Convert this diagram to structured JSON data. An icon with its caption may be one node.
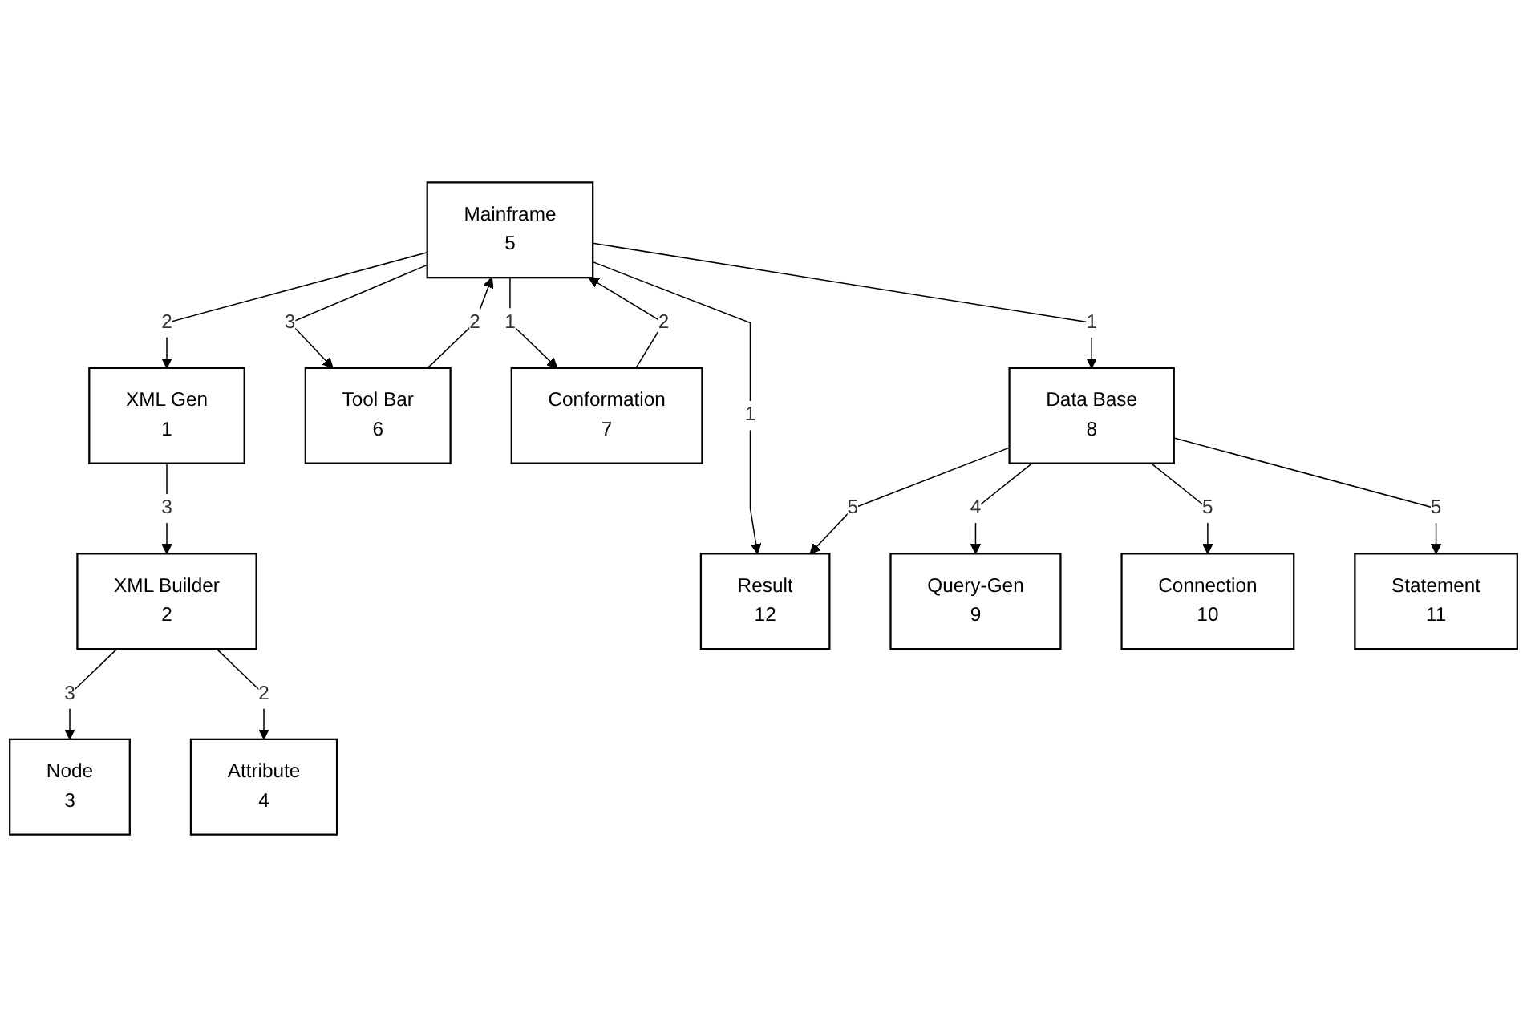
{
  "diagram": {
    "nodes": [
      {
        "text": [
          "XML Builder",
          "2"
        ]
      },
      {
        "text": [
          "XML Gen",
          "1"
        ]
      },
      {
        "text": [
          "Mainframe",
          "5"
        ]
      },
      {
        "text": [
          "Tool Bar",
          "6"
        ]
      },
      {
        "text": [
          "Node",
          "3"
        ]
      },
      {
        "text": [
          "Attribute",
          "4"
        ]
      },
      {
        "text": [
          "Conformation",
          "7"
        ]
      },
      {
        "text": [
          "Data Base",
          "8"
        ]
      },
      {
        "text": [
          "Result",
          "12"
        ]
      },
      {
        "text": [
          "Query-Gen",
          "9"
        ]
      },
      {
        "text": [
          "Connection",
          "10"
        ]
      },
      {
        "text": [
          "Statement",
          "11"
        ]
      }
    ],
    "edges": [
      {
        "from": 1,
        "to": 0,
        "arrow": "to",
        "label": "3"
      },
      {
        "from": 2,
        "to": 1,
        "arrow": "to",
        "label": "2"
      },
      {
        "from": 2,
        "to": 3,
        "arrow": "to",
        "label": "3"
      },
      {
        "from": 3,
        "to": 2,
        "arrow": "to",
        "label": "2"
      },
      {
        "from": 6,
        "to": 2,
        "arrow": "to",
        "label": "2"
      },
      {
        "from": 2,
        "to": 6,
        "arrow": "to",
        "label": "1"
      },
      {
        "from": 0,
        "to": 4,
        "arrow": "to",
        "label": "3"
      },
      {
        "from": 0,
        "to": 5,
        "arrow": "to",
        "label": "2"
      },
      {
        "from": 2,
        "to": 7,
        "arrow": "to",
        "label": "1"
      },
      {
        "from": 2,
        "to": 8,
        "arrow": "to",
        "label": "1"
      },
      {
        "from": 7,
        "to": 8,
        "arrow": "to",
        "label": "5"
      },
      {
        "from": 7,
        "to": 9,
        "arrow": "to",
        "label": "4"
      },
      {
        "from": 7,
        "to": 10,
        "arrow": "to",
        "label": "5"
      },
      {
        "from": 7,
        "to": 11,
        "arrow": "to",
        "label": "5"
      }
    ]
  }
}
